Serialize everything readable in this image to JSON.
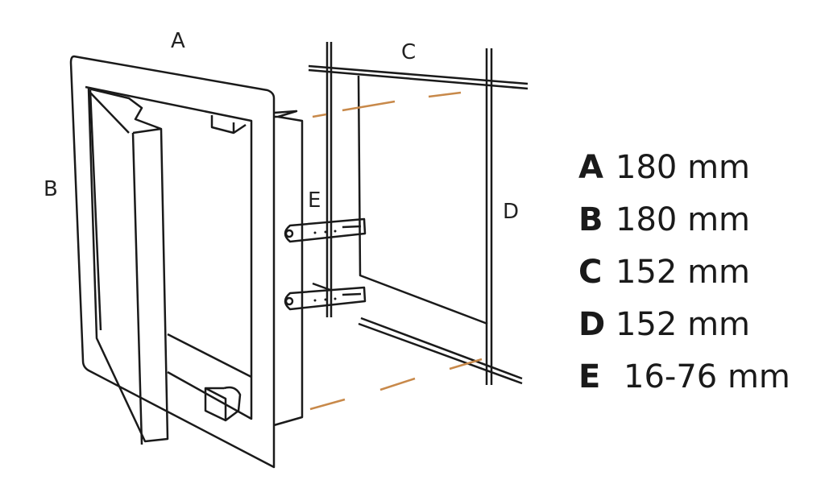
{
  "labels": {
    "a": "A",
    "b": "B",
    "c": "C",
    "d": "D",
    "e": "E"
  },
  "dimensions": [
    {
      "letter": "A",
      "value": "180 mm"
    },
    {
      "letter": "B",
      "value": "180 mm"
    },
    {
      "letter": "C",
      "value": "152 mm"
    },
    {
      "letter": "D",
      "value": "152 mm"
    },
    {
      "letter": "E",
      "value": "16-76 mm"
    }
  ],
  "colors": {
    "line": "#1a1a1a",
    "guide": "#c8894a"
  }
}
